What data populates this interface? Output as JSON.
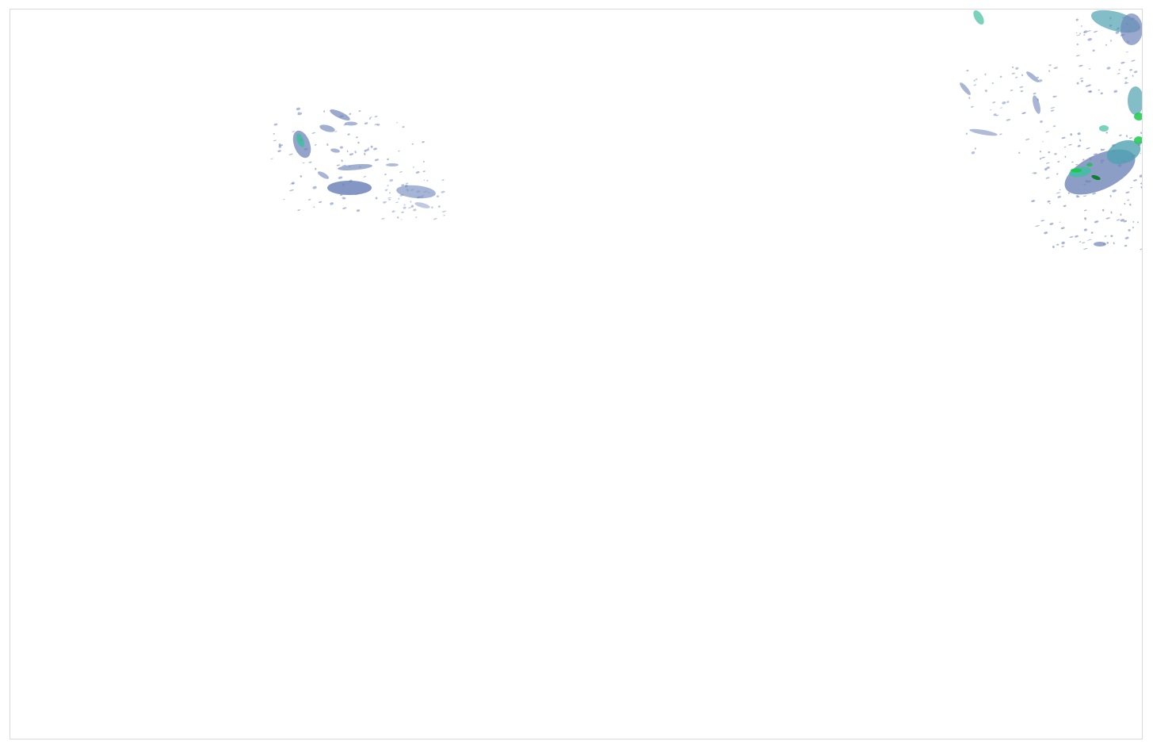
{
  "map": {
    "kind": "precipitation-radar-overlay",
    "background_color": "#ffffff",
    "border_color": "#d9d9d9",
    "palette": {
      "light": "#6f84b8",
      "light_alt": "#8096c4",
      "medium": "#4fa3b0",
      "teal": "#3fbfa0",
      "strong": "#19c94a",
      "intense": "#0a7d2a"
    },
    "echoes": [
      {
        "id": "cluster-west",
        "intensity": "light-to-moderate"
      },
      {
        "id": "cluster-northeast",
        "intensity": "moderate-to-heavy"
      }
    ]
  }
}
